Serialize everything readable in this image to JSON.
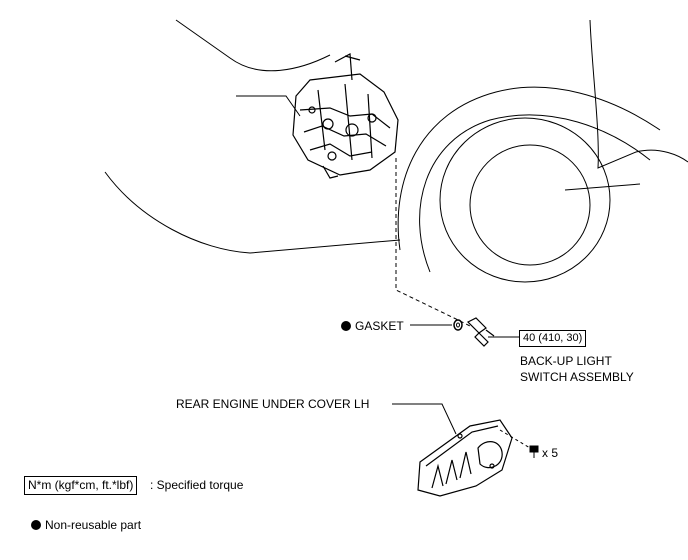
{
  "labels": {
    "gasket": "GASKET",
    "torque_value": "40 (410, 30)",
    "switch_line1": "BACK-UP LIGHT",
    "switch_line2": "SWITCH ASSEMBLY",
    "under_cover": "REAR ENGINE UNDER COVER LH",
    "bolt_count": "x 5"
  },
  "legend": {
    "torque_unit": "N*m (kgf*cm, ft.*lbf)",
    "torque_desc": ": Specified torque",
    "nonreusable_desc": "Non-reusable part"
  }
}
